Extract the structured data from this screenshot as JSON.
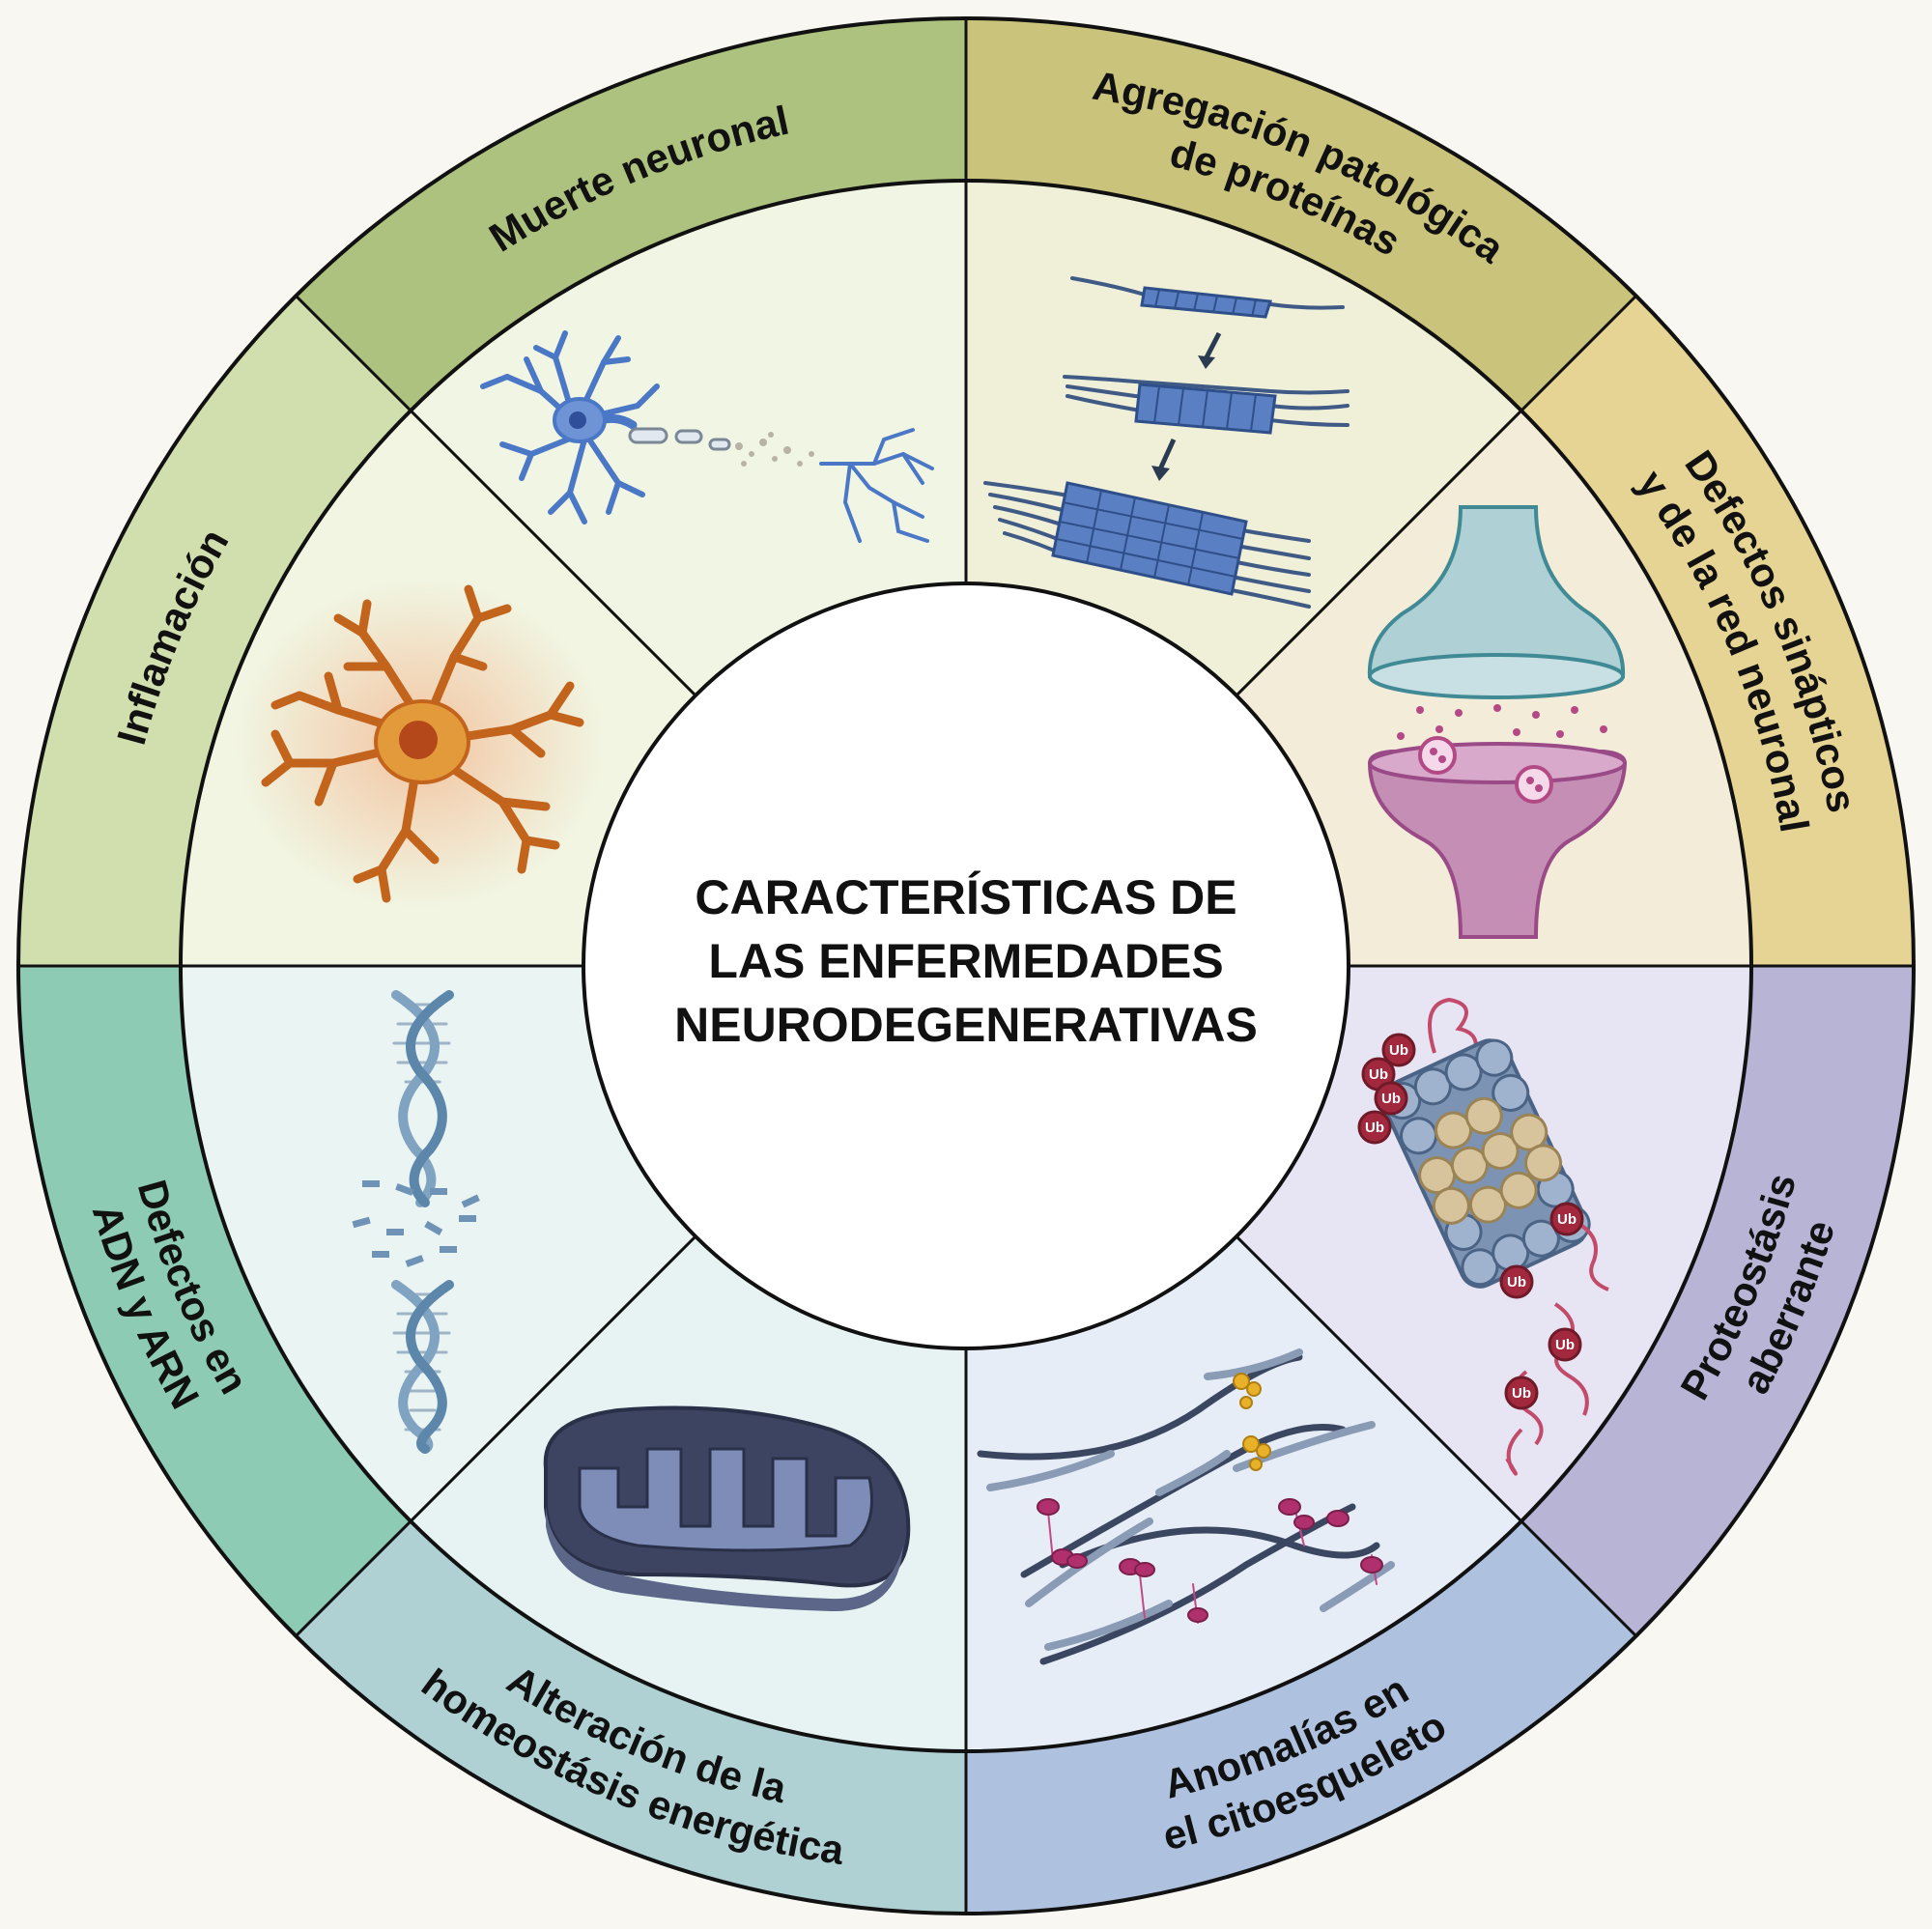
{
  "center": {
    "lines": [
      "CARACTERÍSTICAS DE",
      "LAS ENFERMEDADES",
      "NEURODEGENERATIVAS"
    ]
  },
  "segments": [
    {
      "key": "protein_aggregation",
      "lines": [
        "Agregación patológica",
        "de proteínas"
      ],
      "outer": "#c9c37b",
      "inner": "#f0f0d8",
      "icon": "protein-fibril-aggregation-icon"
    },
    {
      "key": "synaptic",
      "lines": [
        "Defectos sinápticos",
        "y de la red neuronal"
      ],
      "outer": "#e6d494",
      "inner": "#f3ecd8",
      "icon": "synapse-icon"
    },
    {
      "key": "proteostasis",
      "lines": [
        "Proteostásis",
        "aberrante"
      ],
      "outer": "#b7b4d6",
      "inner": "#e7e5f3",
      "icon": "proteasome-ubiquitin-icon"
    },
    {
      "key": "cytoskeleton",
      "lines": [
        "Anomalías en",
        "el citoesqueleto"
      ],
      "outer": "#aec2df",
      "inner": "#e6edf6",
      "icon": "cytoskeleton-filaments-icon"
    },
    {
      "key": "energy",
      "lines": [
        "Alteración de la",
        "homeostásis energética"
      ],
      "outer": "#afd1d3",
      "inner": "#e7f2f3",
      "icon": "mitochondrion-icon"
    },
    {
      "key": "dna_rna",
      "lines": [
        "Defectos en",
        "ADN y ARN"
      ],
      "outer": "#8ecbb4",
      "inner": "#eaf4f3",
      "icon": "dna-helix-icon"
    },
    {
      "key": "inflammation",
      "lines": [
        "Inflamación"
      ],
      "outer": "#d1dfae",
      "inner": "#f1f5e2",
      "icon": "microglia-icon"
    },
    {
      "key": "neuronal_death",
      "lines": [
        "Muerte neuronal"
      ],
      "outer": "#adc27e",
      "inner": "#f1f6e4",
      "icon": "degenerating-neuron-icon"
    }
  ],
  "ubiquitin_label": "Ub"
}
